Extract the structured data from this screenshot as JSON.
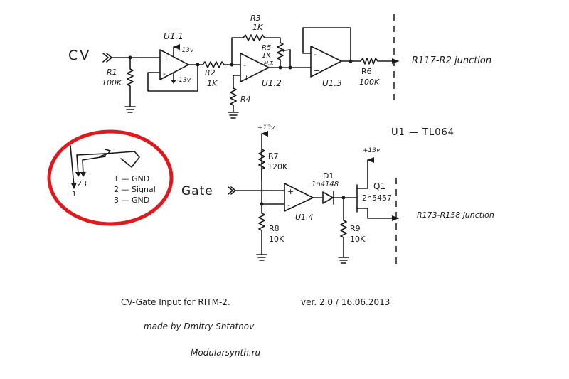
{
  "inputs": {
    "cv_label": "CV",
    "gate_label": "Gate"
  },
  "cv_section": {
    "r1": {
      "name": "R1",
      "value": "100K"
    },
    "u1_1": {
      "name": "U1.1",
      "vplus": "+13v",
      "vminus": "-13v",
      "plus": "+",
      "minus": "-"
    },
    "r2": {
      "name": "R2",
      "value": "1K"
    },
    "r3": {
      "name": "R3",
      "value": "1K"
    },
    "r5": {
      "name": "R5",
      "value": "1K",
      "note": "M.T."
    },
    "r4": {
      "name": "R4"
    },
    "u1_2": {
      "name": "U1.2",
      "plus": "+",
      "minus": "-"
    },
    "u1_3": {
      "name": "U1.3",
      "plus": "+",
      "minus": "-"
    },
    "r6": {
      "name": "R6",
      "value": "100K"
    },
    "output": "R117-R2 junction"
  },
  "chip_note": "U1 — TL064",
  "jack": {
    "pin_numbers": [
      "1",
      "2",
      "3"
    ],
    "pins": [
      "1 — GND",
      "2 — Signal",
      "3 — GND"
    ],
    "highlight_color": "#e0191f"
  },
  "gate_section": {
    "supply": "+13v",
    "r7": {
      "name": "R7",
      "value": "120K"
    },
    "r8": {
      "name": "R8",
      "value": "10K"
    },
    "u1_4": {
      "name": "U1.4",
      "plus": "+",
      "minus": "-"
    },
    "d1": {
      "name": "D1",
      "value": "1n4148"
    },
    "r9": {
      "name": "R9",
      "value": "10K"
    },
    "q1": {
      "name": "Q1",
      "value": "2n5457",
      "supply": "+13v"
    },
    "output": "R173-R158 junction"
  },
  "footer": {
    "title": "CV-Gate Input for RITM-2.",
    "version": "ver. 2.0 / 16.06.2013",
    "author": "made by Dmitry Shtatnov",
    "site": "Modularsynth.ru"
  }
}
